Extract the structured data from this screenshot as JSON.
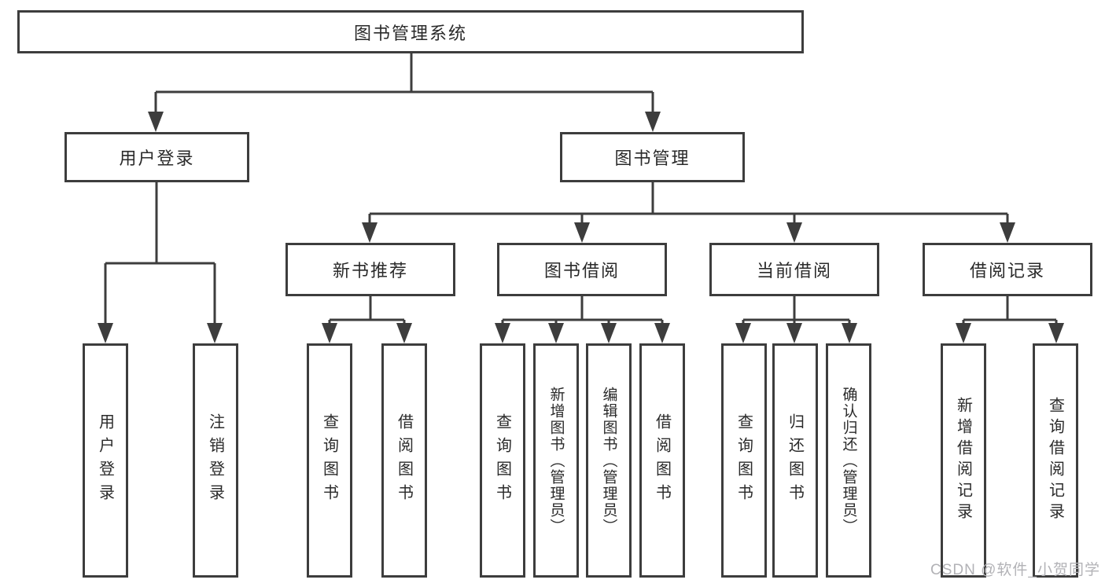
{
  "diagram": {
    "root": {
      "label": "图书管理系统"
    },
    "branches": [
      {
        "label": "用户登录",
        "children": [
          {
            "label": "用户登录"
          },
          {
            "label": "注销登录"
          }
        ]
      },
      {
        "label": "图书管理",
        "children": [
          {
            "label": "新书推荐",
            "children": [
              {
                "label": "查询图书"
              },
              {
                "label": "借阅图书"
              }
            ]
          },
          {
            "label": "图书借阅",
            "children": [
              {
                "label": "查询图书"
              },
              {
                "label": "新增图书（管理员）"
              },
              {
                "label": "编辑图书（管理员）"
              },
              {
                "label": "借阅图书"
              }
            ]
          },
          {
            "label": "当前借阅",
            "children": [
              {
                "label": "查询图书"
              },
              {
                "label": "归还图书"
              },
              {
                "label": "确认归还（管理员）"
              }
            ]
          },
          {
            "label": "借阅记录",
            "children": [
              {
                "label": "新增借阅记录"
              },
              {
                "label": "查询借阅记录"
              }
            ]
          }
        ]
      }
    ]
  },
  "watermark": {
    "text": "CSDN @软件_小贺同学"
  },
  "colors": {
    "line": "#3d3d3d",
    "text": "#2a2a2a",
    "background": "#ffffff",
    "watermark": "#b2b2b6"
  }
}
